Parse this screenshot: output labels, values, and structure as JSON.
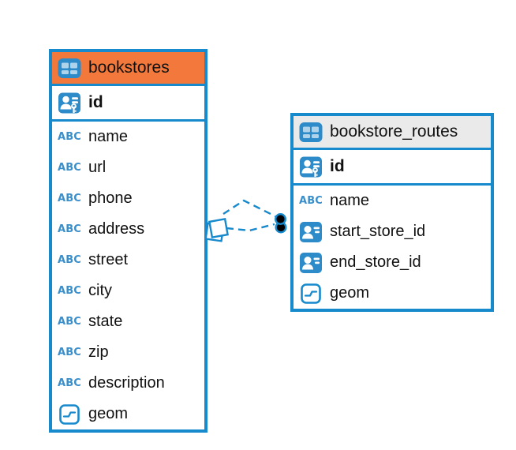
{
  "diagram": {
    "background": "#ffffff"
  },
  "colors": {
    "accent_blue": "#1789cd",
    "icon_blue": "#2e8bc9",
    "bookstores_header_orange": "#f2793b",
    "routes_header_gray": "#eaeaea",
    "text": "#111111",
    "connector_endpoint_fill": "#000000"
  },
  "icons": {
    "text_type_label": "ABC"
  },
  "tables": [
    {
      "name": "bookstores",
      "primary_key": "id",
      "fields": [
        {
          "name": "name",
          "type": "text"
        },
        {
          "name": "url",
          "type": "text"
        },
        {
          "name": "phone",
          "type": "text"
        },
        {
          "name": "address",
          "type": "text"
        },
        {
          "name": "street",
          "type": "text"
        },
        {
          "name": "city",
          "type": "text"
        },
        {
          "name": "state",
          "type": "text"
        },
        {
          "name": "zip",
          "type": "text"
        },
        {
          "name": "description",
          "type": "text"
        },
        {
          "name": "geom",
          "type": "geometry"
        }
      ]
    },
    {
      "name": "bookstore_routes",
      "primary_key": "id",
      "fields": [
        {
          "name": "name",
          "type": "text"
        },
        {
          "name": "start_store_id",
          "type": "reference"
        },
        {
          "name": "end_store_id",
          "type": "reference"
        },
        {
          "name": "geom",
          "type": "geometry"
        }
      ]
    }
  ],
  "relationships": [
    {
      "from": "bookstore_routes.start_store_id",
      "to": "bookstores.id",
      "line_style": "dashed"
    },
    {
      "from": "bookstore_routes.end_store_id",
      "to": "bookstores.id",
      "line_style": "dashed"
    }
  ]
}
